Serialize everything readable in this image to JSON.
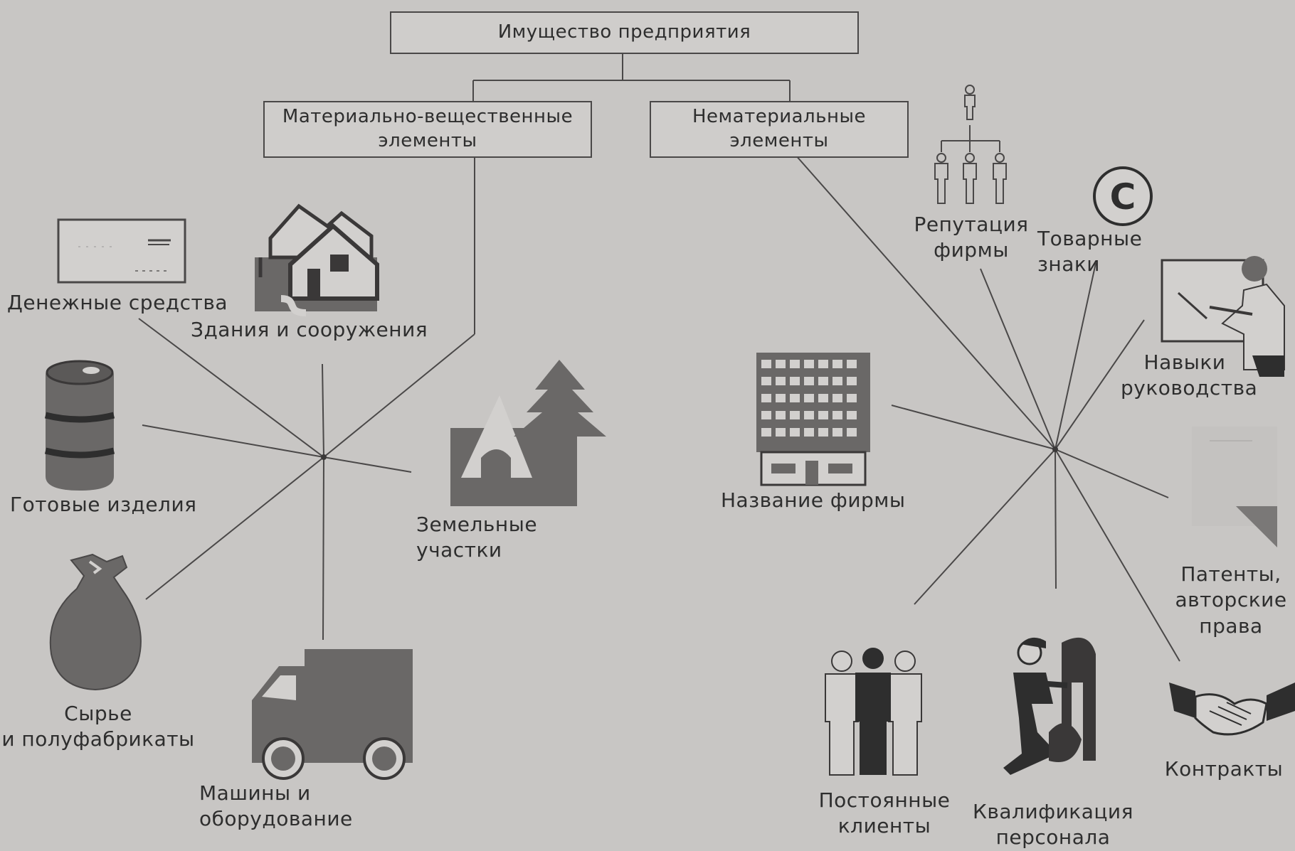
{
  "root": {
    "title": "Имущество предприятия"
  },
  "branches": {
    "tangible": "Материально-вещественные\nэлементы",
    "intangible": "Нематериальные\nэлементы"
  },
  "tangible_items": {
    "cash": "Денежные средства",
    "buildings": "Здания и сооружения",
    "finished_goods": "Готовые изделия",
    "land": "Земельные участки",
    "raw_materials": "Сырье\nи полуфабрикаты",
    "machinery": "Машины и оборудование"
  },
  "intangible_items": {
    "reputation": "Репутация\nфирмы",
    "trademarks": "Товарные знаки",
    "leadership": "Навыки\nруководства",
    "company_name": "Название фирмы",
    "patents": "Патенты,\nавторские\nправа",
    "contracts": "Контракты",
    "regular_clients": "Постоянные\nклиенты",
    "staff_qualification": "Квалификация\nперсонала"
  },
  "icons": {
    "trademark_symbol": "C",
    "banknote": "banknote-icon",
    "houses": "houses-icon",
    "barrel": "barrel-icon",
    "landscape": "land-icon",
    "sack": "sack-icon",
    "truck": "truck-icon",
    "org_chart": "org-chart-icon",
    "copyright": "copyright-icon",
    "presenter": "presenter-icon",
    "office_building": "office-building-icon",
    "document": "document-icon",
    "handshake": "handshake-icon",
    "clients": "clients-icon",
    "worker": "worker-icon"
  },
  "colors": {
    "background": "#c8c6c4",
    "ink": "#3a3838",
    "fill": "#6a6867"
  }
}
